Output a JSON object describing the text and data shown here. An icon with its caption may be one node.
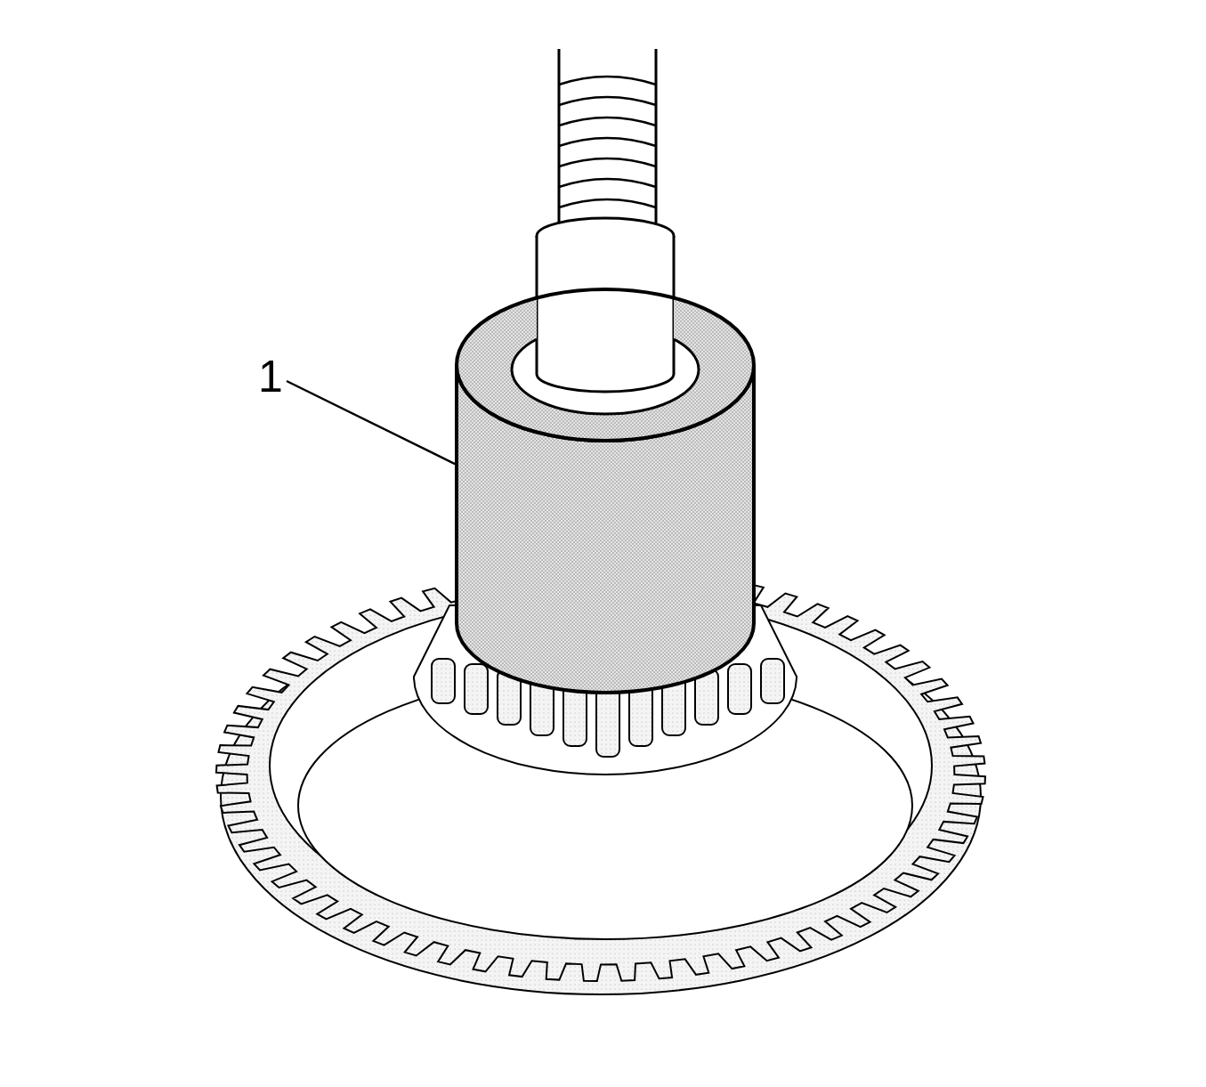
{
  "diagram": {
    "nodes": [
      {
        "text": [
          "1"
        ]
      },
      {
        "text": [],
        "shape": "cylinder"
      }
    ],
    "edges": [
      {
        "from": 0,
        "to": 1,
        "arrow": "none"
      }
    ]
  }
}
